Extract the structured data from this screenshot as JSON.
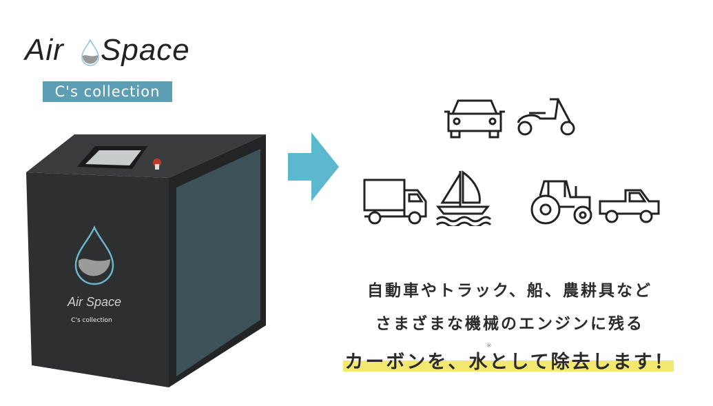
{
  "logo": {
    "word1": "Air",
    "word2": "Space",
    "badge": "C's collection"
  },
  "machine": {
    "logo_text": "Air Space",
    "sub_text": "C's collection"
  },
  "colors": {
    "accent": "#5bb8cf",
    "badge": "#5e9eb4",
    "highlight": "#f3e870",
    "machine": "#2e2f31"
  },
  "icons": [
    "car-icon",
    "scooter-icon",
    "truck-icon",
    "sailboat-icon",
    "tractor-icon",
    "pickup-truck-icon"
  ],
  "copy": {
    "line1": "自動車やトラック、船、農耕具など",
    "line2": "さまざまな機械のエンジンに残る",
    "line3": "カーボンを、水として除去します！",
    "note_mark": "※"
  }
}
